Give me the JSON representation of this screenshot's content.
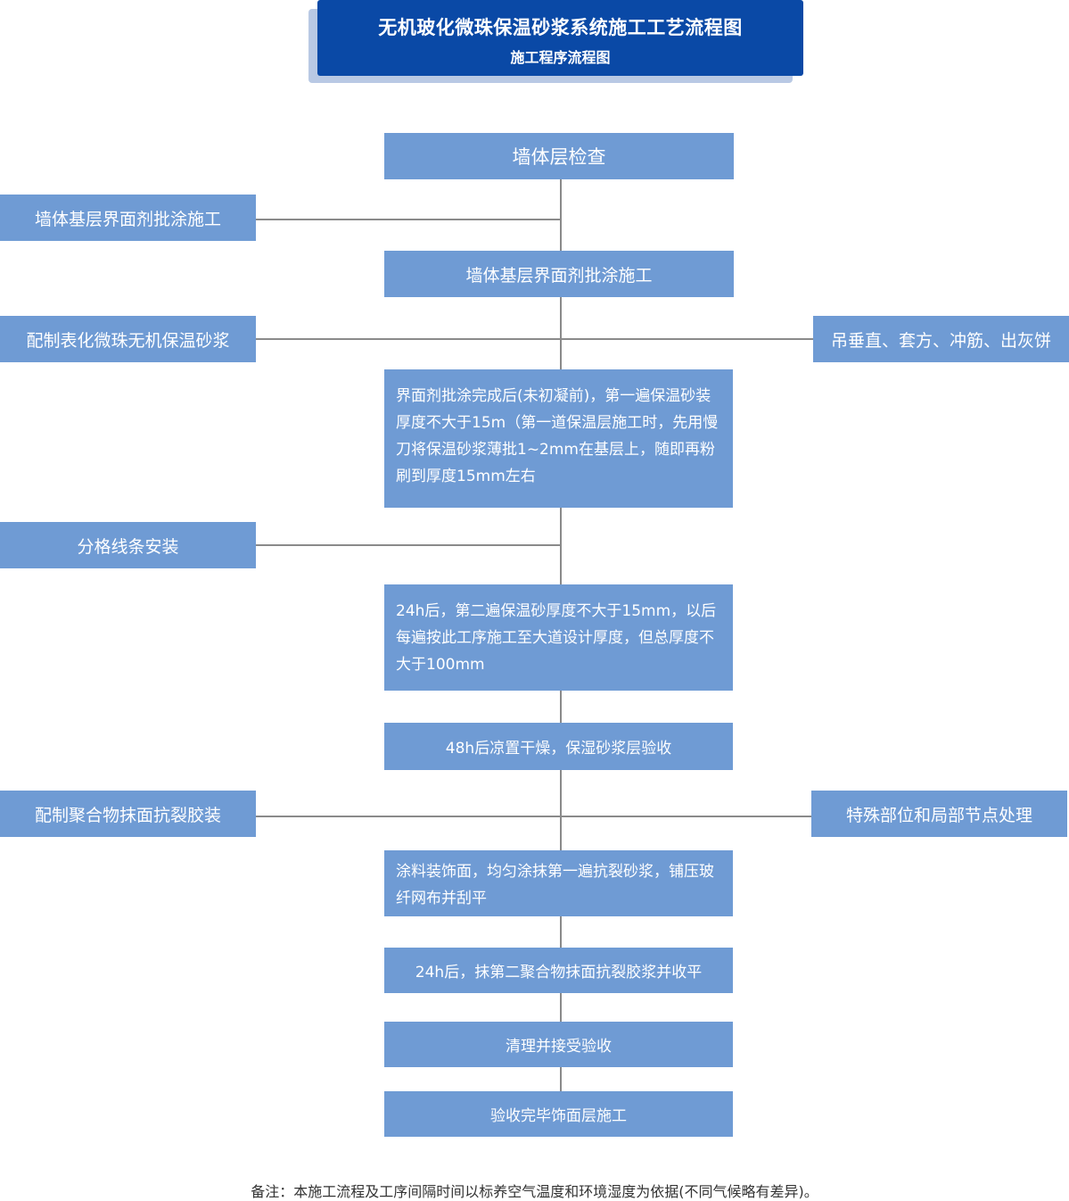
{
  "title": {
    "main": "无机玻化微珠保温砂浆系统施工工艺流程图",
    "sub": "施工程序流程图"
  },
  "main_steps": [
    "墙体层检查",
    "墙体基层界面剂批涂施工",
    "界面剂批涂完成后(未初凝前)，第一遍保温砂装厚度不大于15m（第一道保温层施工时，先用慢刀将保温砂浆薄批1~2mm在基层上，随即再粉刷到厚度15mm左右",
    "24h后，第二遍保温砂厚度不大于15mm，以后每遍按此工序施工至大道设计厚度，但总厚度不大于100mm",
    "48h后凉置干燥，保湿砂浆层验收",
    "涂料装饰面，均匀涂抹第一遍抗裂砂浆，铺压玻纤网布并刮平",
    "24h后，抹第二聚合物抹面抗裂胶浆并收平",
    "清理并接受验收",
    "验收完毕饰面层施工"
  ],
  "side_steps": {
    "left_1": "墙体基层界面剂批涂施工",
    "left_2": "配制表化微珠无机保温砂浆",
    "right_2": "吊垂直、套方、冲筋、出灰饼",
    "left_3": "分格线条安装",
    "left_4": "配制聚合物抹面抗裂胶装",
    "right_4": "特殊部位和局部节点处理"
  },
  "note": "备注：本施工流程及工序间隔时间以标养空气温度和环境湿度为依据(不同气候略有差异)。",
  "colors": {
    "title_bg": "#0a49a6",
    "title_shadow": "#b9c9e4",
    "box_bg": "#6f9bd4",
    "connector": "#8a8a8a"
  }
}
